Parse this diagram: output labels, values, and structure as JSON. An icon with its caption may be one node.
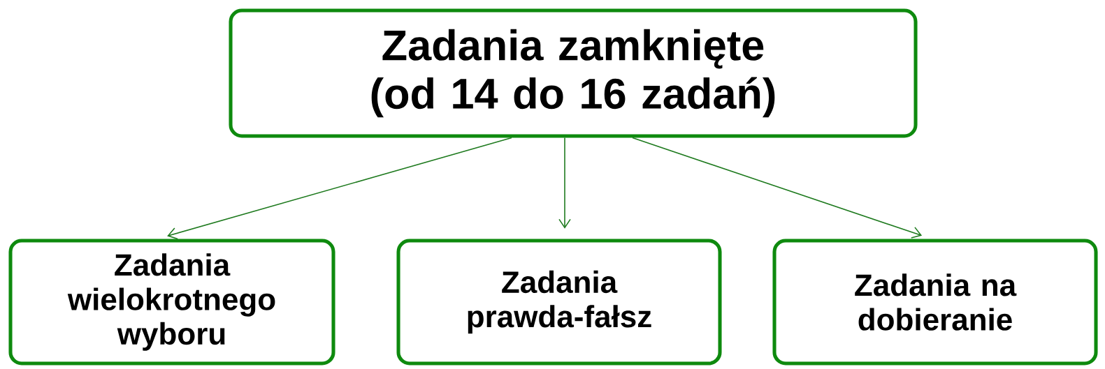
{
  "diagram": {
    "nodes": [
      {
        "text": [
          "Zadania zamknięte (od 14 do 16 zadań)"
        ]
      },
      {
        "text": [
          "Zadania wielokrotnego wyboru"
        ]
      },
      {
        "text": [
          "Zadania prawda-fałsz"
        ]
      },
      {
        "text": [
          "Zadania na dobieranie"
        ]
      }
    ],
    "edges": [
      {
        "from": 0,
        "to": 1,
        "arrow": "to"
      },
      {
        "from": 0,
        "to": 2,
        "arrow": "to"
      },
      {
        "from": 0,
        "to": 3,
        "arrow": "to"
      }
    ]
  }
}
